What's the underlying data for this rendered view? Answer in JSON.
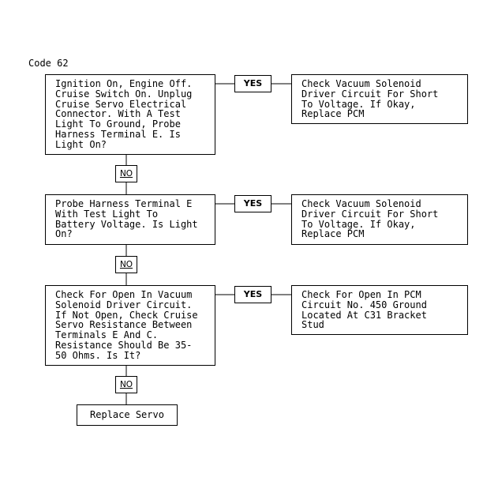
{
  "code_label": "Code 62",
  "steps": [
    {
      "question": "Ignition On, Engine Off.\nCruise Switch On. Unplug\nCruise Servo Electrical\nConnector. With A Test\nLight To Ground, Probe\nHarness Terminal E. Is\nLight On?",
      "yes_label": "YES",
      "yes_action": "Check Vacuum Solenoid\nDriver Circuit For Short\nTo Voltage. If Okay,\nReplace PCM",
      "no_label": "NO"
    },
    {
      "question": "Probe Harness Terminal E\nWith Test Light To\nBattery Voltage. Is Light\nOn?",
      "yes_label": "YES",
      "yes_action": "Check Vacuum Solenoid\nDriver Circuit For Short\nTo Voltage. If Okay,\nReplace PCM",
      "no_label": "NO"
    },
    {
      "question": "Check For Open In Vacuum\nSolenoid Driver Circuit.\nIf Not Open, Check Cruise\nServo Resistance Between\nTerminals E And C.\nResistance Should Be 35-\n50 Ohms. Is It?",
      "yes_label": "YES",
      "yes_action": "Check For Open In PCM\nCircuit No. 450 Ground\nLocated At C31 Bracket\nStud",
      "no_label": "NO"
    }
  ],
  "final_action": "Replace Servo"
}
